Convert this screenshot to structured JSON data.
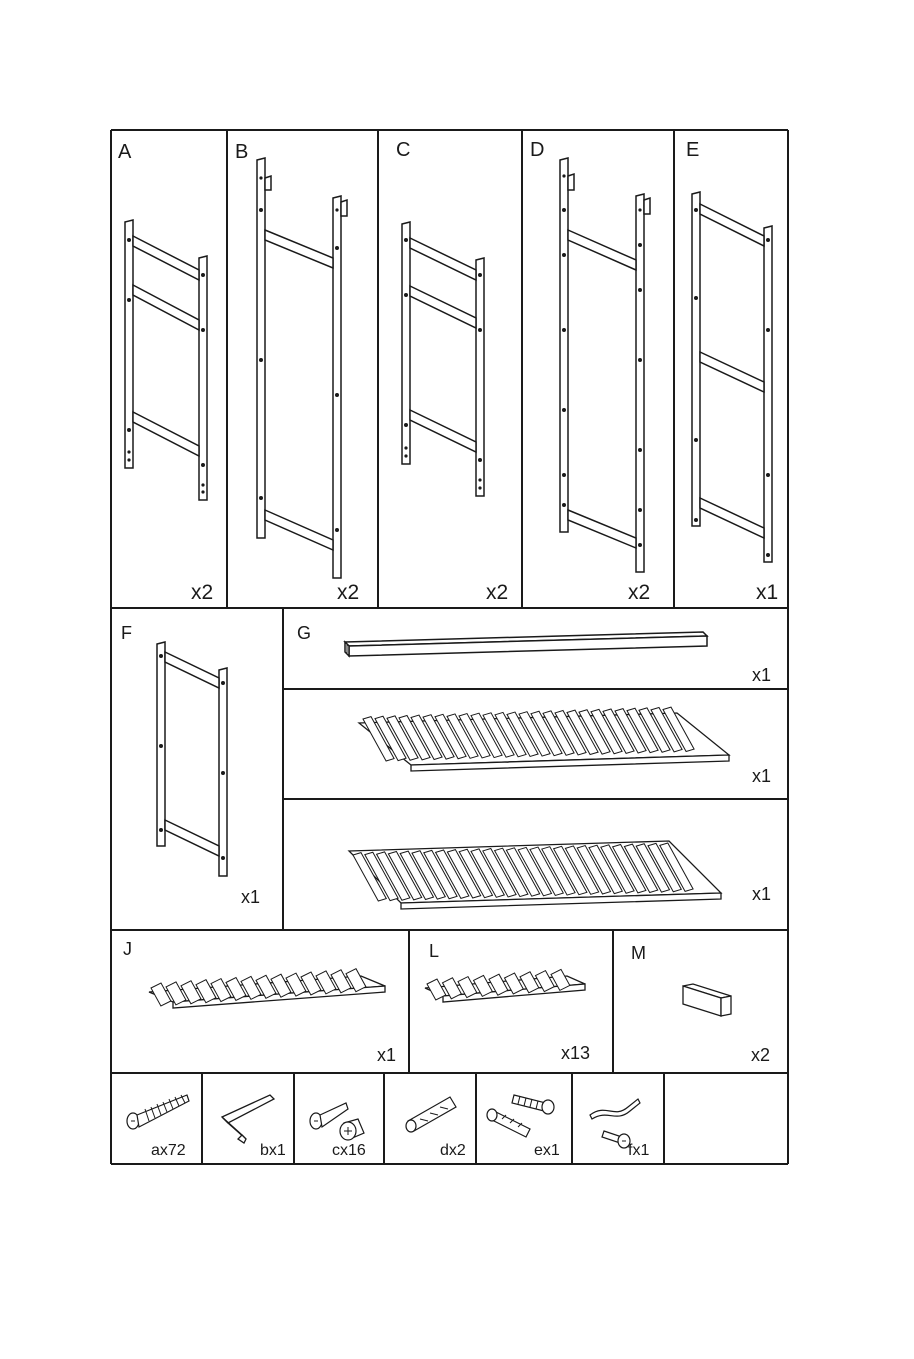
{
  "parts_row1": [
    {
      "letter": "A",
      "qty": "x2"
    },
    {
      "letter": "B",
      "qty": "x2"
    },
    {
      "letter": "C",
      "qty": "x2"
    },
    {
      "letter": "D",
      "qty": "x2"
    },
    {
      "letter": "E",
      "qty": "x1"
    }
  ],
  "parts_row2": {
    "F": {
      "letter": "F",
      "qty": "x1"
    },
    "G": {
      "letter": "G",
      "qty": "x1"
    },
    "slats1": {
      "qty": "x1"
    },
    "slats2": {
      "qty": "x1"
    }
  },
  "parts_row3": [
    {
      "letter": "J",
      "qty": "x1"
    },
    {
      "letter": "L",
      "qty": "x13"
    },
    {
      "letter": "M",
      "qty": "x2"
    }
  ],
  "hardware": [
    {
      "icon": "screw-icon",
      "qty": "ax72"
    },
    {
      "icon": "allen-key-icon",
      "qty": "bx1"
    },
    {
      "icon": "bolt-and-barrel-nut-icon",
      "qty": "cx16"
    },
    {
      "icon": "dowel-icon",
      "qty": "dx2"
    },
    {
      "icon": "wall-plug-and-screw-icon",
      "qty": "ex1"
    },
    {
      "icon": "strap-and-screw-icon",
      "qty": "fx1"
    }
  ]
}
